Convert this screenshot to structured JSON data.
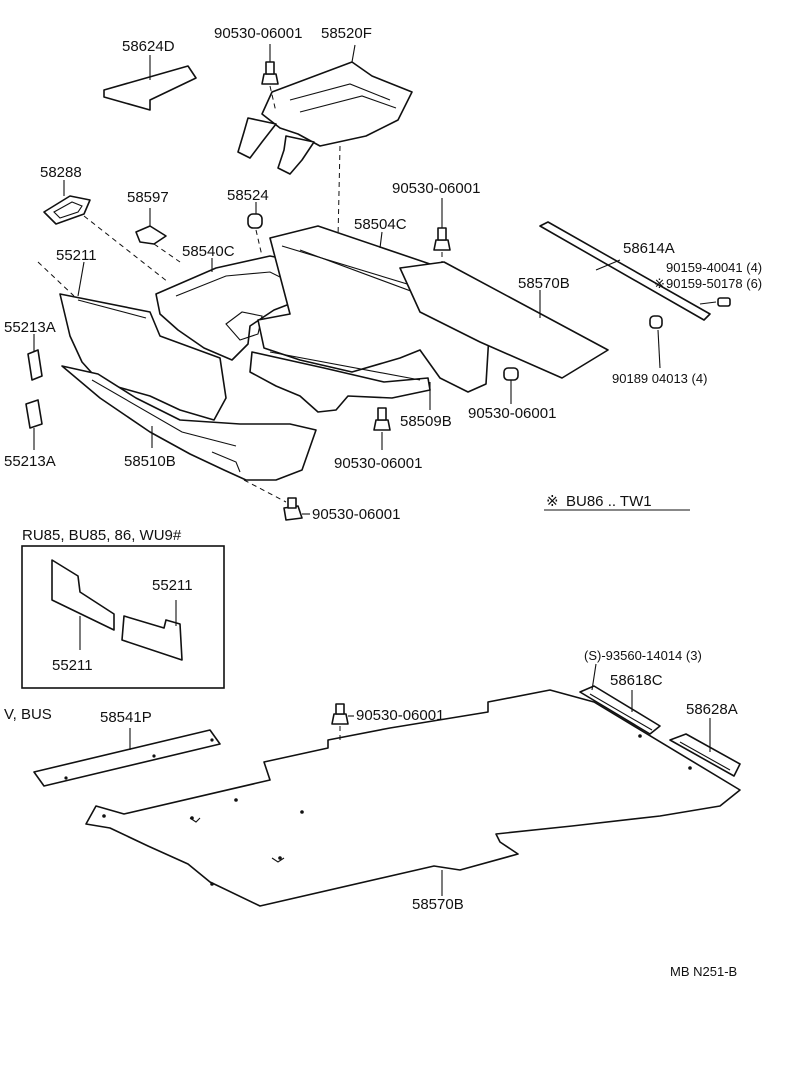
{
  "labels": {
    "p58624D": "58624D",
    "p90530_top": "90530-06001",
    "p58520F": "58520F",
    "p58288": "58288",
    "p58597": "58597",
    "p58524": "58524",
    "p90530_mid": "90530-06001",
    "p58504C": "58504C",
    "p58614A": "58614A",
    "p90159_40041": "90159-40041 (4)",
    "p90159_50178": "90159-50178 (6)",
    "p55211_top": "55211",
    "p58540C": "58540C",
    "p58570B_top": "58570B",
    "p55213A_a": "55213A",
    "p55213A_b": "55213A",
    "p90189": "90189 04013 (4)",
    "p90530_r": "90530-06001",
    "p58509B": "58509B",
    "p58510B": "58510B",
    "p90530_c": "90530-06001",
    "p90530_bot": "90530-06001",
    "note_bu86": "BU86 .. TW1",
    "box_title": "RU85, BU85, 86, WU9#",
    "p55211_box_r": "55211",
    "p55211_box_l": "55211",
    "v_bus": "V, BUS",
    "p58541P": "58541P",
    "p90530_lower": "90530-06001",
    "p93560": "(S)-93560-14014 (3)",
    "p58618C": "58618C",
    "p58628A": "58628A",
    "p58570B_bot": "58570B",
    "footer_code": "MB N251-B"
  },
  "icons": {
    "note_marker": "reference-mark-icon",
    "star": "asterisk-icon"
  }
}
